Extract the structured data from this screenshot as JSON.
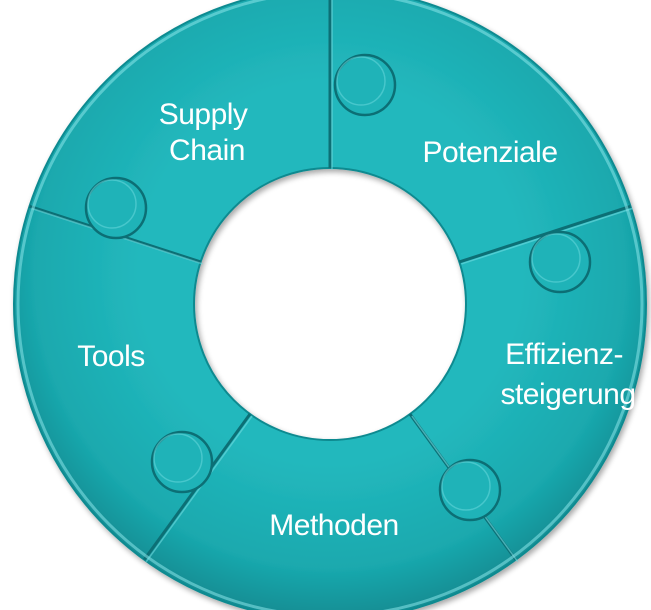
{
  "diagram": {
    "segments": [
      {
        "id": "supply-chain",
        "lines": [
          "Supply",
          "Chain"
        ]
      },
      {
        "id": "potenziale",
        "lines": [
          "Potenziale"
        ]
      },
      {
        "id": "effizienzsteigerung",
        "lines": [
          "Effizienz-",
          "steigerung"
        ]
      },
      {
        "id": "methoden",
        "lines": [
          "Methoden"
        ]
      },
      {
        "id": "tools",
        "lines": [
          "Tools"
        ]
      }
    ],
    "colors": {
      "segment": "#1fb3b8",
      "segment_light": "#6fdbe0",
      "segment_dark": "#0f8a90",
      "seam": "#0c6f75",
      "label": "#ffffff"
    }
  }
}
